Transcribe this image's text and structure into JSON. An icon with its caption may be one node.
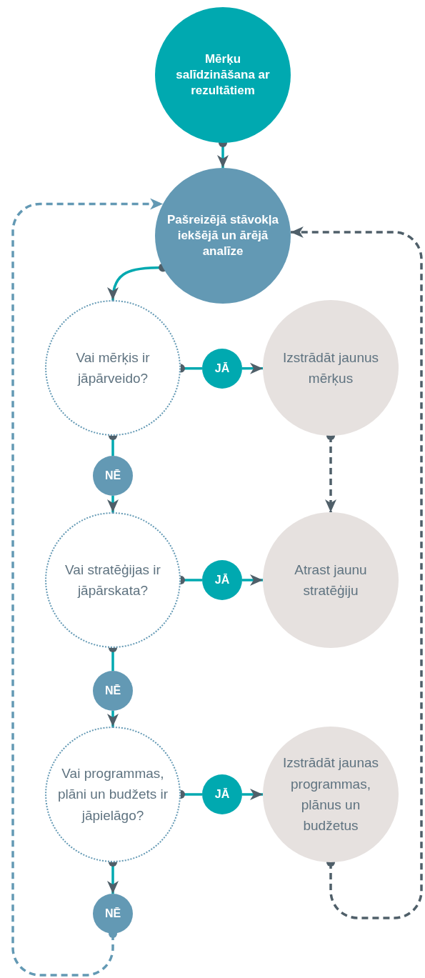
{
  "diagram": {
    "nodes": [
      {
        "text": [
          "Mērķu salīdzināšana ar rezultātiem"
        ]
      },
      {
        "text": [
          "Pašreizējā stāvokļa iekšējā un ārējā analīze"
        ]
      },
      {
        "text": [
          "Vai mērķis ir jāpārveido?"
        ]
      },
      {
        "text": [
          "JĀ"
        ]
      },
      {
        "text": [
          "Izstrādāt jaunus mērķus"
        ]
      },
      {
        "text": [
          "NĒ"
        ]
      },
      {
        "text": [
          "Vai stratēģijas ir jāpārskata?"
        ]
      },
      {
        "text": [
          "JĀ"
        ]
      },
      {
        "text": [
          "Atrast jaunu stratēģiju"
        ]
      },
      {
        "text": [
          "NĒ"
        ]
      },
      {
        "text": [
          "Vai programmas, plāni un budžets ir jāpielāgo?"
        ]
      },
      {
        "text": [
          "JĀ"
        ]
      },
      {
        "text": [
          "Izstrādāt jaunas programmas, plānus un budžetus"
        ]
      },
      {
        "text": [
          "NĒ"
        ]
      }
    ],
    "edges": [
      {
        "from": 0,
        "to": 1,
        "arrow": "to"
      },
      {
        "from": 1,
        "to": 2,
        "arrow": "to"
      },
      {
        "from": 2,
        "to": 3,
        "arrow": "other"
      },
      {
        "from": 3,
        "to": 4,
        "arrow": "to"
      },
      {
        "from": 2,
        "to": 5,
        "arrow": "other"
      },
      {
        "from": 5,
        "to": 6,
        "arrow": "to"
      },
      {
        "from": 4,
        "to": 8,
        "arrow": "to",
        "style": "dashed",
        "color": "#4f5f69"
      },
      {
        "from": 6,
        "to": 7,
        "arrow": "other"
      },
      {
        "from": 7,
        "to": 8,
        "arrow": "to"
      },
      {
        "from": 6,
        "to": 9,
        "arrow": "other"
      },
      {
        "from": 9,
        "to": 10,
        "arrow": "to"
      },
      {
        "from": 10,
        "to": 11,
        "arrow": "other"
      },
      {
        "from": 11,
        "to": 12,
        "arrow": "to"
      },
      {
        "from": 10,
        "to": 13,
        "arrow": "to"
      },
      {
        "from": 12,
        "to": 1,
        "arrow": "to",
        "style": "dashed",
        "color": "#4f5f69"
      },
      {
        "from": 13,
        "to": 1,
        "arrow": "to",
        "style": "dashed",
        "color": "#6399b4"
      }
    ]
  }
}
